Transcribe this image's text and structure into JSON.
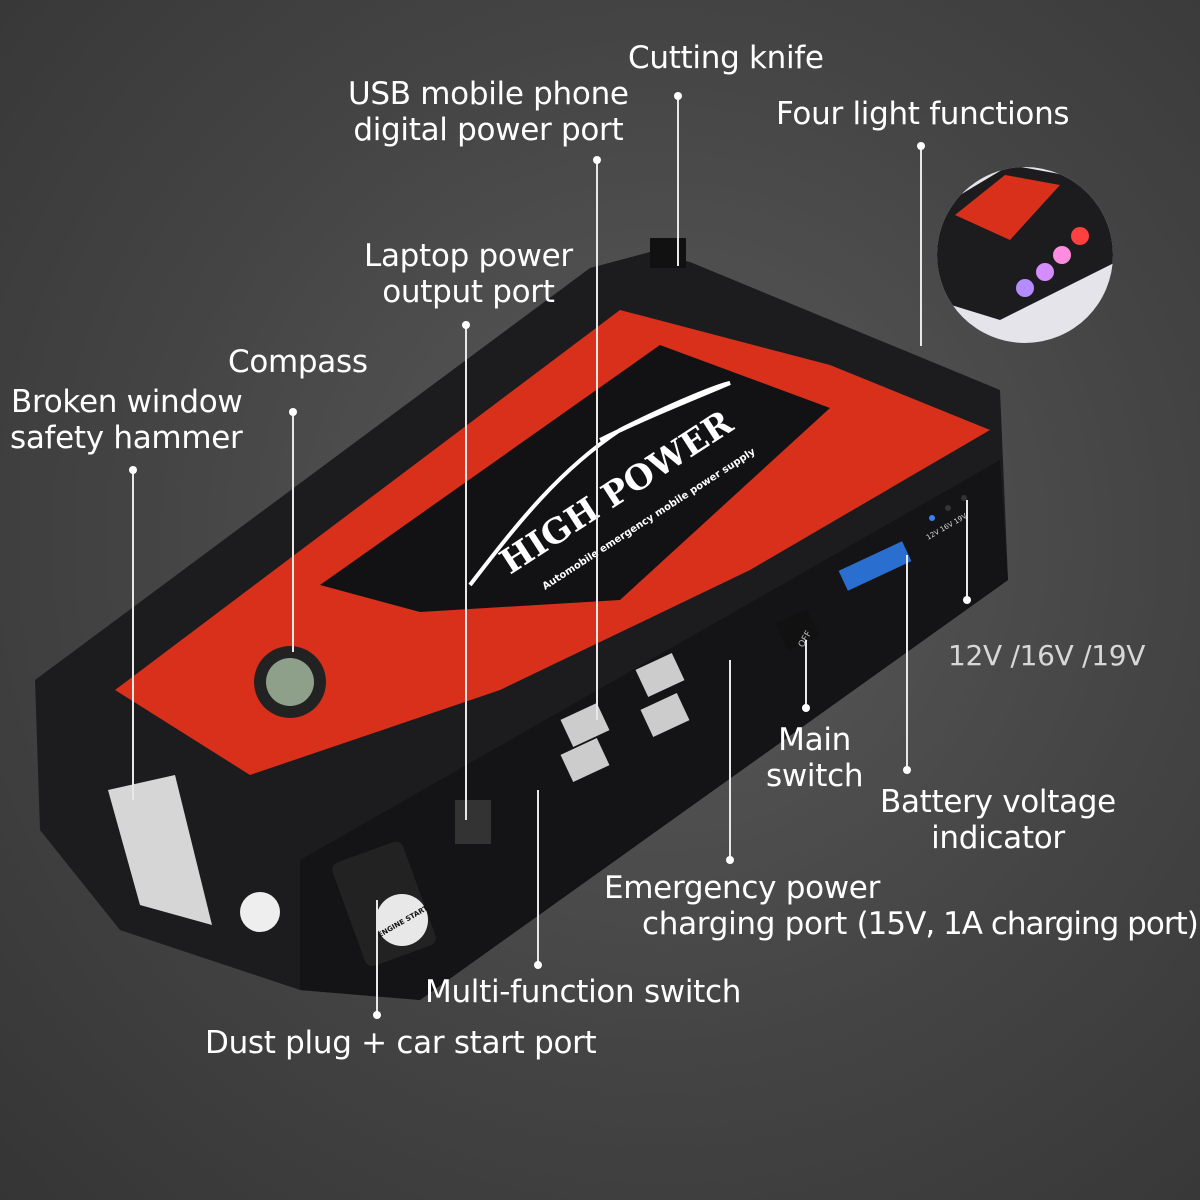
{
  "product": {
    "brand_logo": "HIGH POWER",
    "brand_tagline": "Automobile emergency mobile power supply",
    "button_text": "ENGINE START",
    "switch_text": "OFF",
    "indicator_text": "12V 16V 19V",
    "colors": {
      "accent_red": "#d9301c",
      "body_black": "#1c1c1e",
      "background": "#4a4a4a"
    }
  },
  "callouts": {
    "cutting_knife": "Cutting knife",
    "usb_port_line1": "USB mobile phone",
    "usb_port_line2": "digital power port",
    "four_light_functions": "Four light functions",
    "laptop_port_line1": "Laptop power",
    "laptop_port_line2": "output port",
    "compass": "Compass",
    "hammer_line1": "Broken window",
    "hammer_line2": "safety hammer",
    "voltage_options": "12V /16V /19V",
    "main_switch_line1": "Main",
    "main_switch_line2": "switch",
    "battery_indicator_line1": "Battery voltage",
    "battery_indicator_line2": "indicator",
    "emergency_line1": "Emergency power",
    "emergency_line2": "charging port",
    "emergency_line2_suffix": "(15V, 1A charging port)",
    "multi_function_switch": "Multi-function switch",
    "dust_plug": "Dust plug + car start port"
  }
}
